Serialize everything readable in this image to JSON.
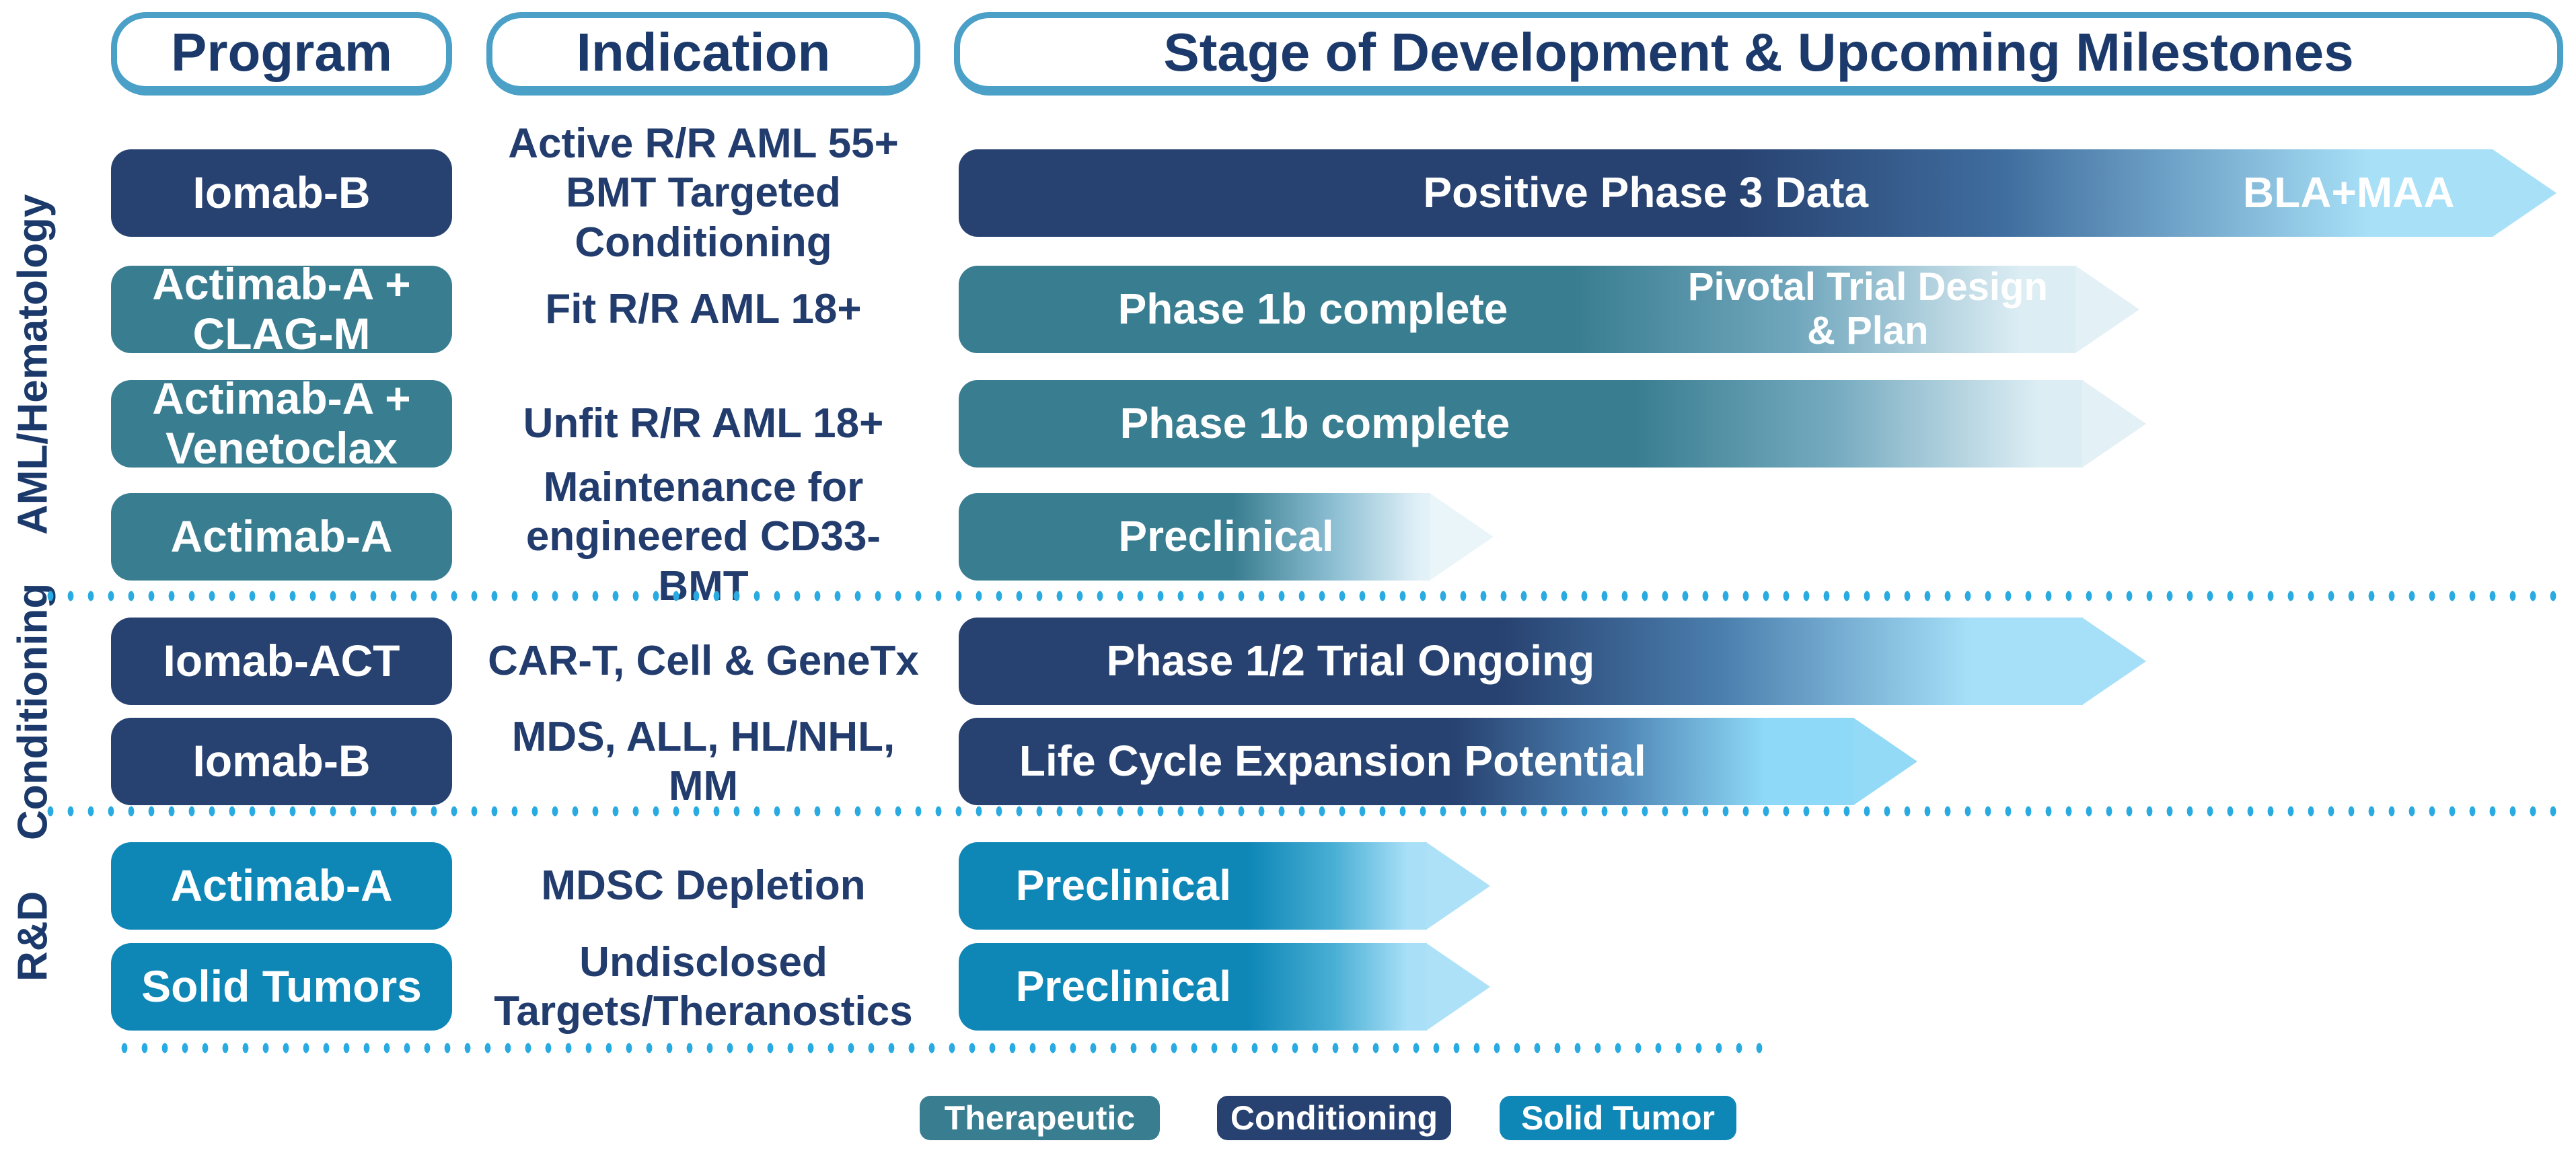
{
  "headers": {
    "program": "Program",
    "indication": "Indication",
    "stage": "Stage of Development & Upcoming Milestones"
  },
  "sections": [
    {
      "label": "AML/Hematology"
    },
    {
      "label": "Conditioning"
    },
    {
      "label": "R&D"
    }
  ],
  "rows": [
    {
      "program_line1": "Iomab-B",
      "program_line2": "",
      "category": "Conditioning",
      "indication_line1": "Active R/R AML 55+",
      "indication_line2": "BMT Targeted Conditioning",
      "stage_label": "Positive Phase 3 Data",
      "milestone_line1": "BLA+MAA",
      "milestone_line2": ""
    },
    {
      "program_line1": "Actimab-A +",
      "program_line2": "CLAG-M",
      "category": "Therapeutic",
      "indication_line1": "Fit R/R AML 18+",
      "indication_line2": "",
      "stage_label": "Phase 1b complete",
      "milestone_line1": "Pivotal Trial Design",
      "milestone_line2": "& Plan"
    },
    {
      "program_line1": "Actimab-A +",
      "program_line2": "Venetoclax",
      "category": "Therapeutic",
      "indication_line1": "Unfit R/R AML 18+",
      "indication_line2": "",
      "stage_label": "Phase 1b complete",
      "milestone_line1": "",
      "milestone_line2": ""
    },
    {
      "program_line1": "Actimab-A",
      "program_line2": "",
      "category": "Therapeutic",
      "indication_line1": "Maintenance for",
      "indication_line2": "engineered CD33- BMT",
      "stage_label": "Preclinical",
      "milestone_line1": "",
      "milestone_line2": ""
    },
    {
      "program_line1": "Iomab-ACT",
      "program_line2": "",
      "category": "Conditioning",
      "indication_line1": "CAR-T, Cell & GeneTx",
      "indication_line2": "",
      "stage_label": "Phase 1/2 Trial Ongoing",
      "milestone_line1": "",
      "milestone_line2": ""
    },
    {
      "program_line1": "Iomab-B",
      "program_line2": "",
      "category": "Conditioning",
      "indication_line1": "MDS, ALL, HL/NHL, MM",
      "indication_line2": "",
      "stage_label": "Life Cycle Expansion Potential",
      "milestone_line1": "",
      "milestone_line2": ""
    },
    {
      "program_line1": "Actimab-A",
      "program_line2": "",
      "category": "Solid Tumor",
      "indication_line1": "MDSC Depletion",
      "indication_line2": "",
      "stage_label": "Preclinical",
      "milestone_line1": "",
      "milestone_line2": ""
    },
    {
      "program_line1": "Solid Tumors",
      "program_line2": "",
      "category": "Solid Tumor",
      "indication_line1": "Undisclosed",
      "indication_line2": "Targets/Theranostics",
      "stage_label": "Preclinical",
      "milestone_line1": "",
      "milestone_line2": ""
    }
  ],
  "legend": [
    {
      "label": "Therapeutic",
      "color": "#397d90"
    },
    {
      "label": "Conditioning",
      "color": "#274170"
    },
    {
      "label": "Solid Tumor",
      "color": "#0e87b7"
    }
  ],
  "colors": {
    "navy": "#274170",
    "teal": "#397d90",
    "bright_blue": "#0e87b7",
    "arrow_light_end": "#a7e0f7",
    "header_outline": "#4aa0c7",
    "heading_text": "#1b3a6b",
    "dotted_separator": "#29abe2",
    "arrow_text": "#ffffff"
  }
}
